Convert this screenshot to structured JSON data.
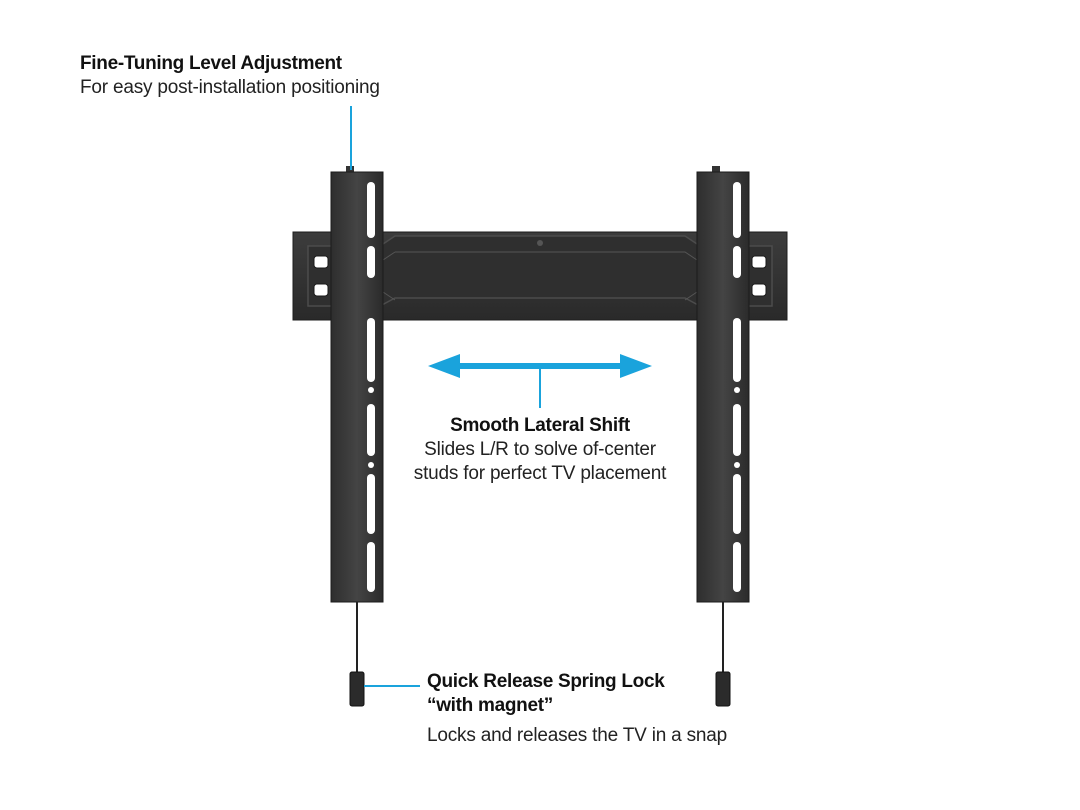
{
  "callouts": {
    "level": {
      "title": "Fine-Tuning Level Adjustment",
      "desc": "For easy post-installation positioning"
    },
    "shift": {
      "title": "Smooth Lateral Shift",
      "desc_line1": "Slides L/R to solve of-center",
      "desc_line2": "studs for perfect TV placement"
    },
    "lock": {
      "title_line1": "Quick Release Spring Lock",
      "title_line2": "“with magnet”",
      "desc": "Locks and releases the TV in a snap"
    }
  },
  "colors": {
    "accent": "#1aa3dc",
    "metal": "#3a3a3a",
    "metal_dark": "#262626",
    "background": "#ffffff"
  }
}
